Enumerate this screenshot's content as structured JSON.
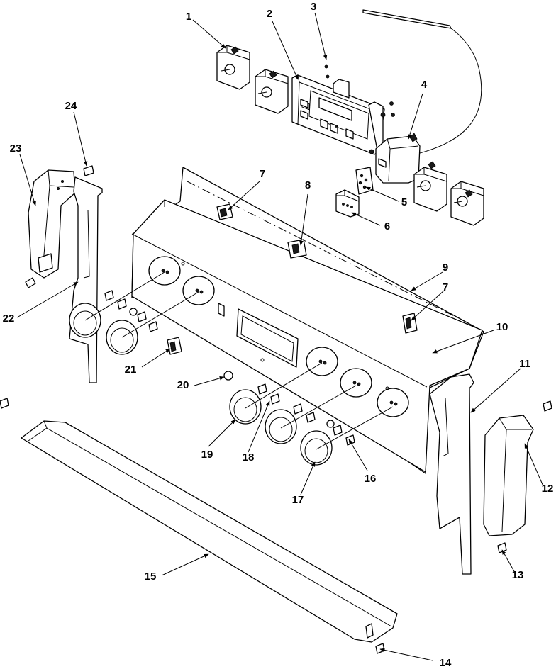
{
  "callouts": [
    {
      "id": "1",
      "label": "1"
    },
    {
      "id": "2",
      "label": "2"
    },
    {
      "id": "3",
      "label": "3"
    },
    {
      "id": "4",
      "label": "4"
    },
    {
      "id": "5",
      "label": "5"
    },
    {
      "id": "6",
      "label": "6"
    },
    {
      "id": "7a",
      "label": "7"
    },
    {
      "id": "7b",
      "label": "7"
    },
    {
      "id": "8",
      "label": "8"
    },
    {
      "id": "9",
      "label": "9"
    },
    {
      "id": "10",
      "label": "10"
    },
    {
      "id": "11",
      "label": "11"
    },
    {
      "id": "12",
      "label": "12"
    },
    {
      "id": "13",
      "label": "13"
    },
    {
      "id": "14",
      "label": "14"
    },
    {
      "id": "15",
      "label": "15"
    },
    {
      "id": "16",
      "label": "16"
    },
    {
      "id": "17",
      "label": "17"
    },
    {
      "id": "18",
      "label": "18"
    },
    {
      "id": "19",
      "label": "19"
    },
    {
      "id": "20",
      "label": "20"
    },
    {
      "id": "21",
      "label": "21"
    },
    {
      "id": "22",
      "label": "22"
    },
    {
      "id": "23",
      "label": "23"
    },
    {
      "id": "24",
      "label": "24"
    }
  ]
}
